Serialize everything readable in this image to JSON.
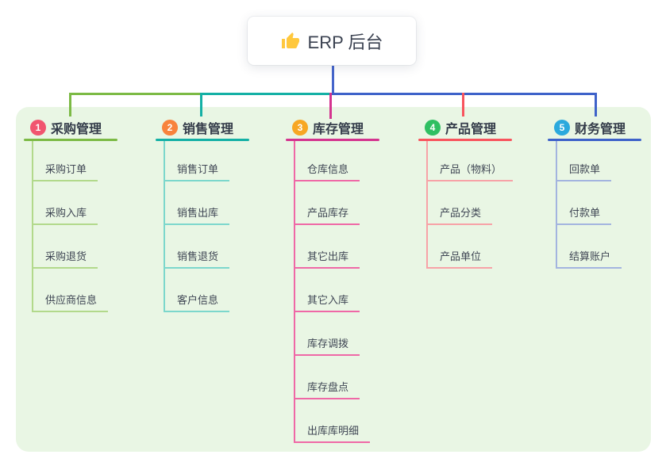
{
  "root": {
    "label": "ERP 后台",
    "icon": "thumbs-up-icon",
    "icon_color": "#FFC83D",
    "connector_color": "#4565CB"
  },
  "panel": {
    "bg_color": "#E9F6E4"
  },
  "branches": [
    {
      "num": "1",
      "title": "采购管理",
      "badge_color": "#F1556F",
      "main_color": "#7CBA45",
      "light_color": "#B2D98B",
      "children": [
        "采购订单",
        "采购入库",
        "采购退货",
        "供应商信息"
      ]
    },
    {
      "num": "2",
      "title": "销售管理",
      "badge_color": "#F8833C",
      "main_color": "#14B0A5",
      "light_color": "#7CD7CC",
      "children": [
        "销售订单",
        "销售出库",
        "销售退货",
        "客户信息"
      ]
    },
    {
      "num": "3",
      "title": "库存管理",
      "badge_color": "#F7A723",
      "main_color": "#D4348F",
      "light_color": "#EF68A6",
      "children": [
        "仓库信息",
        "产品库存",
        "其它出库",
        "其它入库",
        "库存调拨",
        "库存盘点",
        "出库库明细"
      ]
    },
    {
      "num": "4",
      "title": "产品管理",
      "badge_color": "#2FBF62",
      "main_color": "#F8545D",
      "light_color": "#F7A2A7",
      "children": [
        "产品（物料）",
        "产品分类",
        "产品单位"
      ]
    },
    {
      "num": "5",
      "title": "财务管理",
      "badge_color": "#2BA9DD",
      "main_color": "#3E62C9",
      "light_color": "#A3B4DF",
      "children": [
        "回款单",
        "付款单",
        "结算账户"
      ]
    }
  ]
}
